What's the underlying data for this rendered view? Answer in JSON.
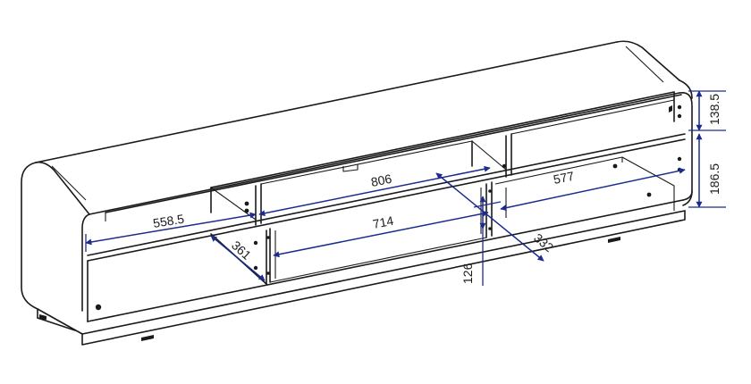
{
  "drawing": {
    "colors": {
      "line": "#1a1a1a",
      "dimension": "#1c2c8c",
      "background": "#ffffff"
    },
    "dimensions": {
      "d_558_5": "558.5",
      "d_361": "361",
      "d_806": "806",
      "d_714": "714",
      "d_126": "126",
      "d_332": "332",
      "d_577": "577",
      "d_138_5": "138.5",
      "d_186_5": "186.5"
    }
  }
}
